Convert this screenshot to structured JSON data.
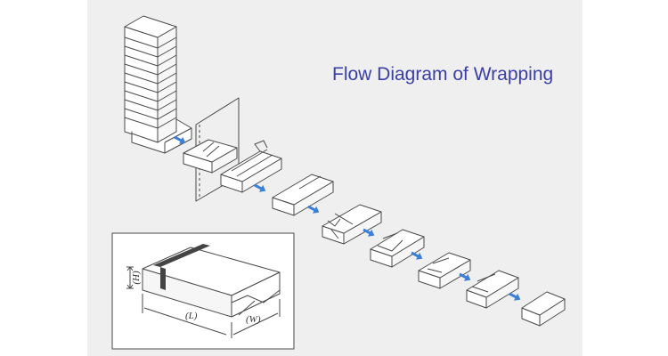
{
  "title": "Flow Diagram of Wrapping",
  "dimensions": {
    "height_label": "(H)",
    "length_label": "(L)",
    "width_label": "(W)"
  },
  "colors": {
    "title": "#3a3fa6",
    "arrow": "#3b7fd6",
    "panel": "#efefef",
    "line": "#4a4a4a"
  }
}
